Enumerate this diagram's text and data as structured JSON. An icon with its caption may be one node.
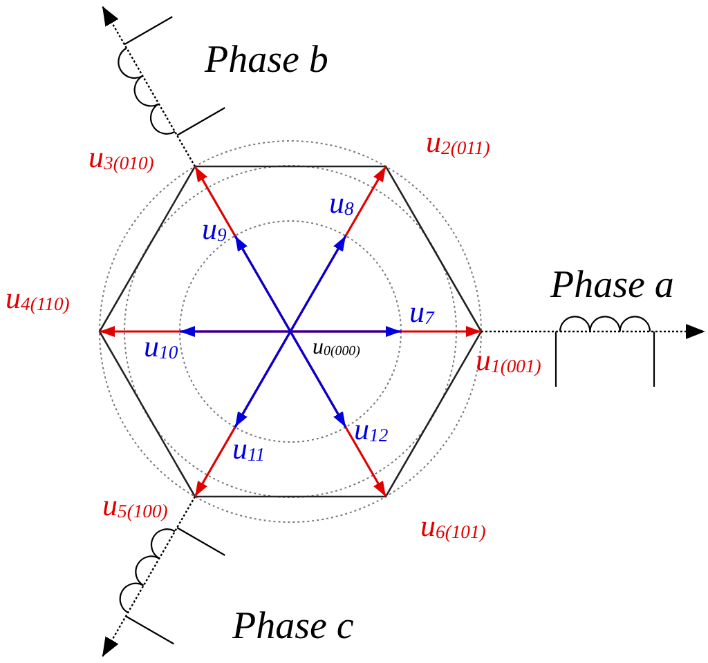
{
  "diagram": {
    "labels": [
      "Phase b",
      "u$_{3(010)}$",
      "u$_{2(011)}$",
      "u$_{9}$",
      "u$_{8}$",
      "u$_{4(110)}$",
      "u$_{7}$",
      "Phase a",
      "u$_{10}$",
      "u$_{0(000)}$",
      "u$_{1(001)}$",
      "u$_{12}$",
      "u$_{11}$",
      "u$_{5(100)}$",
      "u$_{6(101)}$",
      "Phase c"
    ]
  }
}
